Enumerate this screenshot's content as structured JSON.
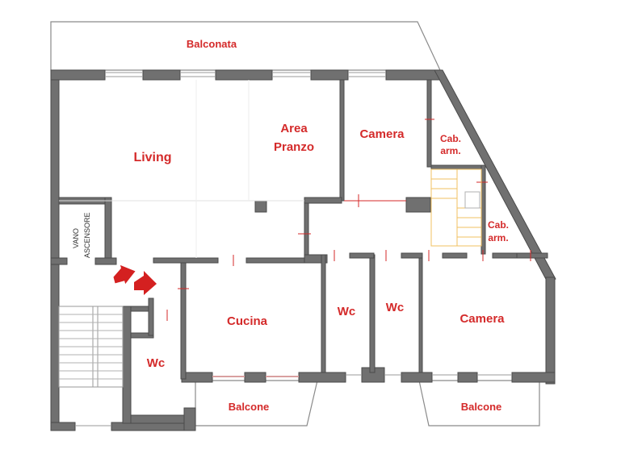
{
  "rooms": {
    "balconata": "Balconata",
    "living": "Living",
    "area_pranzo_line1": "Area",
    "area_pranzo_line2": "Pranzo",
    "camera_top": "Camera",
    "cab_arm_top_line1": "Cab.",
    "cab_arm_top_line2": "arm.",
    "cab_arm_right_line1": "Cab.",
    "cab_arm_right_line2": "arm.",
    "vano_ascensore_line1": "VANO",
    "vano_ascensore_line2": "ASCENSORE",
    "cucina": "Cucina",
    "wc_left": "Wc",
    "wc_mid1": "Wc",
    "wc_mid2": "Wc",
    "camera_bottom": "Camera",
    "balcone_left": "Balcone",
    "balcone_right": "Balcone"
  },
  "colors": {
    "label": "#d42a2a",
    "wall": "#707070",
    "entrance_arrow": "#d42020",
    "stair_accent": "#f0c060"
  },
  "entrance_arrows": 2
}
